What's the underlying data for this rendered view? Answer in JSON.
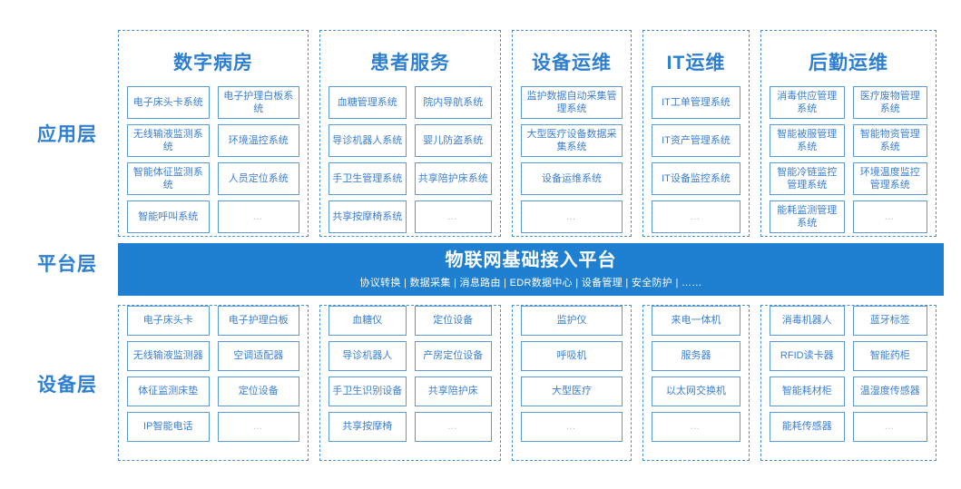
{
  "diagram": {
    "title": "医院物联网平台三层架构图",
    "accent_color": "#3a7fd5",
    "band_color": "#1f7fd0",
    "box_border_color": "#5b9bd5",
    "dashed_border_color": "#4a90d9"
  },
  "layers": {
    "application_label": "应用层",
    "platform_label": "平台层",
    "device_label": "设备层"
  },
  "platform": {
    "title": "物联网基础接入平台",
    "subtitle": "协议转换 | 数据采集 | 消息路由 | EDR数据中心 | 设备管理 | 安全防护 | ……"
  },
  "application": {
    "columns": [
      {
        "title": "数字病房",
        "cols": 2,
        "items": [
          "电子床头卡系统",
          "电子护理白板系统",
          "无线输液监测系统",
          "环境温控系统",
          "智能体征监测系统",
          "人员定位系统",
          "智能呼叫系统",
          "…"
        ]
      },
      {
        "title": "患者服务",
        "cols": 2,
        "items": [
          "血糖管理系统",
          "院内导航系统",
          "导诊机器人系统",
          "婴儿防盗系统",
          "手卫生管理系统",
          "共享陪护床系统",
          "共享按摩椅系统",
          "…"
        ]
      },
      {
        "title": "设备运维",
        "cols": 1,
        "items": [
          "监护数据自动采集管理系统",
          "大型医疗设备数据采集系统",
          "设备运维系统",
          "…"
        ]
      },
      {
        "title": "IT运维",
        "cols": 1,
        "items": [
          "IT工单管理系统",
          "IT资产管理系统",
          "IT设备监控系统",
          "…"
        ]
      },
      {
        "title": "后勤运维",
        "cols": 2,
        "items": [
          "消毒供应管理系统",
          "医疗废物管理系统",
          "智能被服管理系统",
          "智能物资管理系统",
          "智能冷链监控管理系统",
          "环境温度监控管理系统",
          "能耗监测管理系统",
          "…"
        ]
      }
    ]
  },
  "device": {
    "columns": [
      {
        "cols": 2,
        "items": [
          "电子床头卡",
          "电子护理白板",
          "无线输液监测器",
          "空调适配器",
          "体征监测床垫",
          "定位设备",
          "IP智能电话",
          "…"
        ]
      },
      {
        "cols": 2,
        "items": [
          "血糖仪",
          "定位设备",
          "导诊机器人",
          "产房定位设备",
          "手卫生识别设备",
          "共享陪护床",
          "共享按摩椅",
          "…"
        ]
      },
      {
        "cols": 1,
        "items": [
          "监护仪",
          "呼吸机",
          "大型医疗",
          "…"
        ]
      },
      {
        "cols": 1,
        "items": [
          "来电一体机",
          "服务器",
          "以太网交换机",
          "…"
        ]
      },
      {
        "cols": 2,
        "items": [
          "消毒机器人",
          "蓝牙标签",
          "RFID读卡器",
          "智能药柜",
          "智能耗材柜",
          "温湿度传感器",
          "能耗传感器",
          "…"
        ]
      }
    ]
  }
}
